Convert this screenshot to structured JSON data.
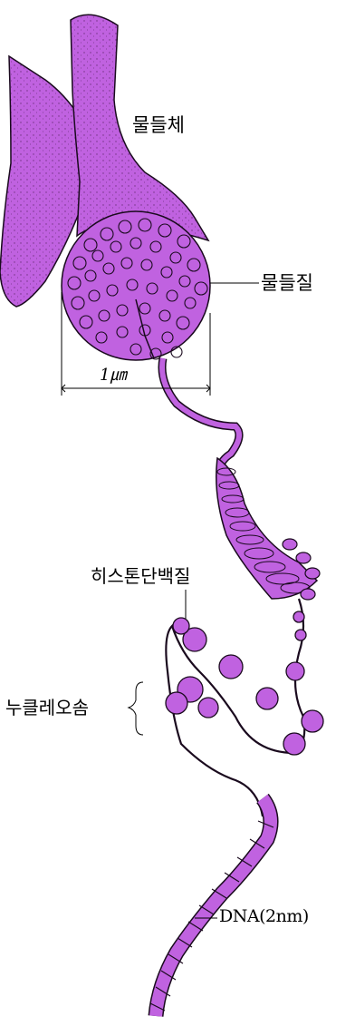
{
  "labels": {
    "chromosome": "물들체",
    "chromatin": "물들질",
    "scale": "1㎛",
    "histone": "히스톤단백질",
    "nucleosome": "누클레오솜",
    "dna": "DNA(2nm)"
  },
  "colors": {
    "structure_fill": "#c062e0",
    "outline": "#1a0a1e",
    "dots": "#3a1240",
    "background": "#ffffff"
  }
}
